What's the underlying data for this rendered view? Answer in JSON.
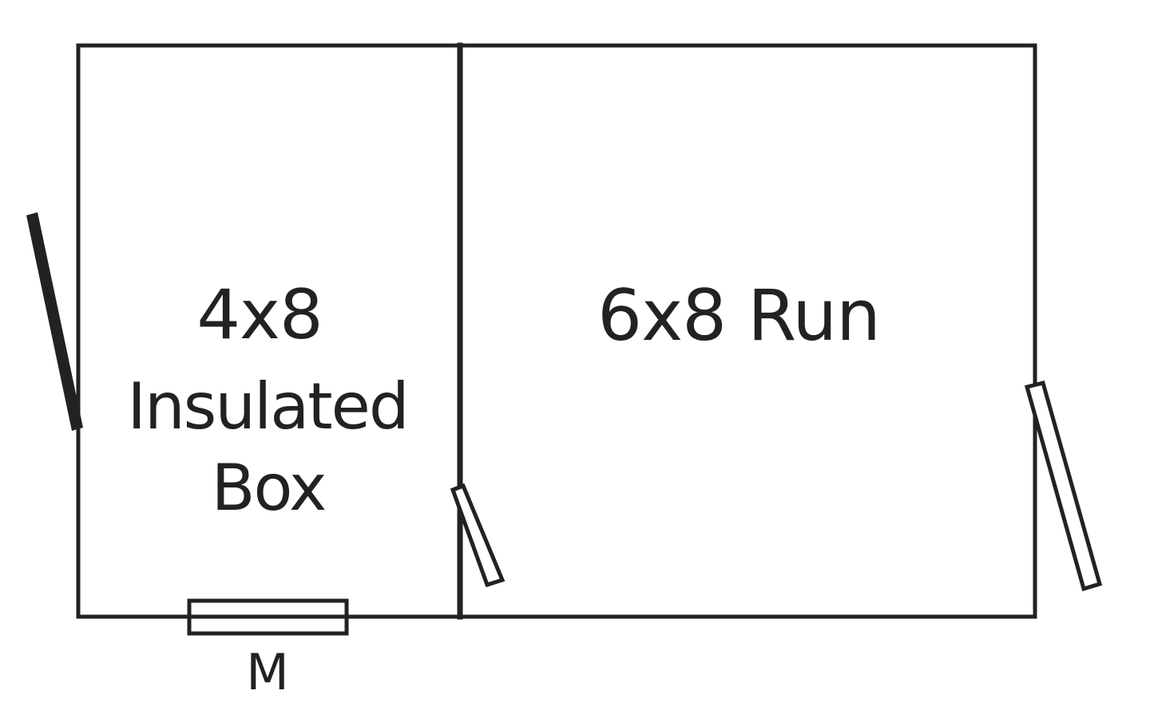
{
  "diagram": {
    "type": "floor-plan",
    "line_color": "#222222",
    "background": "#ffffff",
    "rooms": [
      {
        "id": "insulated-box",
        "dimension_label": "4x8",
        "name_line_1": "Insulated",
        "name_line_2": "Box"
      },
      {
        "id": "run",
        "label": "6x8 Run"
      }
    ],
    "openings": [
      {
        "id": "exterior-door-left",
        "style": "solid",
        "location": "left wall of insulated box"
      },
      {
        "id": "interior-door",
        "style": "outlined",
        "location": "partition wall between box and run"
      },
      {
        "id": "exterior-door-right",
        "style": "outlined",
        "location": "right wall of run"
      },
      {
        "id": "window-bottom",
        "style": "double-line",
        "location": "bottom wall of insulated box"
      }
    ],
    "window_label": "M"
  }
}
